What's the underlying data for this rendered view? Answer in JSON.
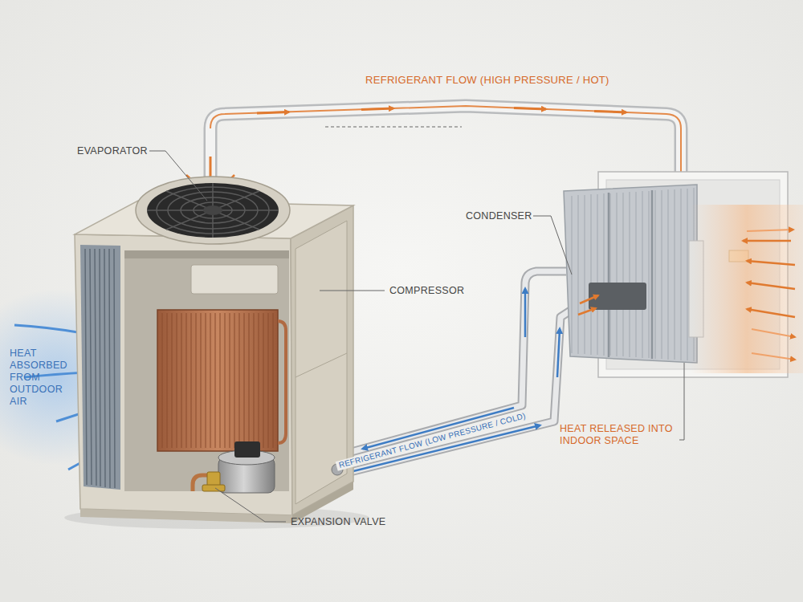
{
  "diagram": {
    "labels": [
      "REFRIGERANT FLOW (HIGH PRESSURE / HOT)",
      "EVAPORATOR",
      "COMPRESSOR",
      "CONDENSER",
      "HEAT ABSORBED FROM OUTDOOR AIR",
      "REFRIGERANT FLOW (LOW PRESSURE / COLD)",
      "HEAT RELEASED INTO INDOOR SPACE",
      "EXPANSION VALVE"
    ]
  }
}
